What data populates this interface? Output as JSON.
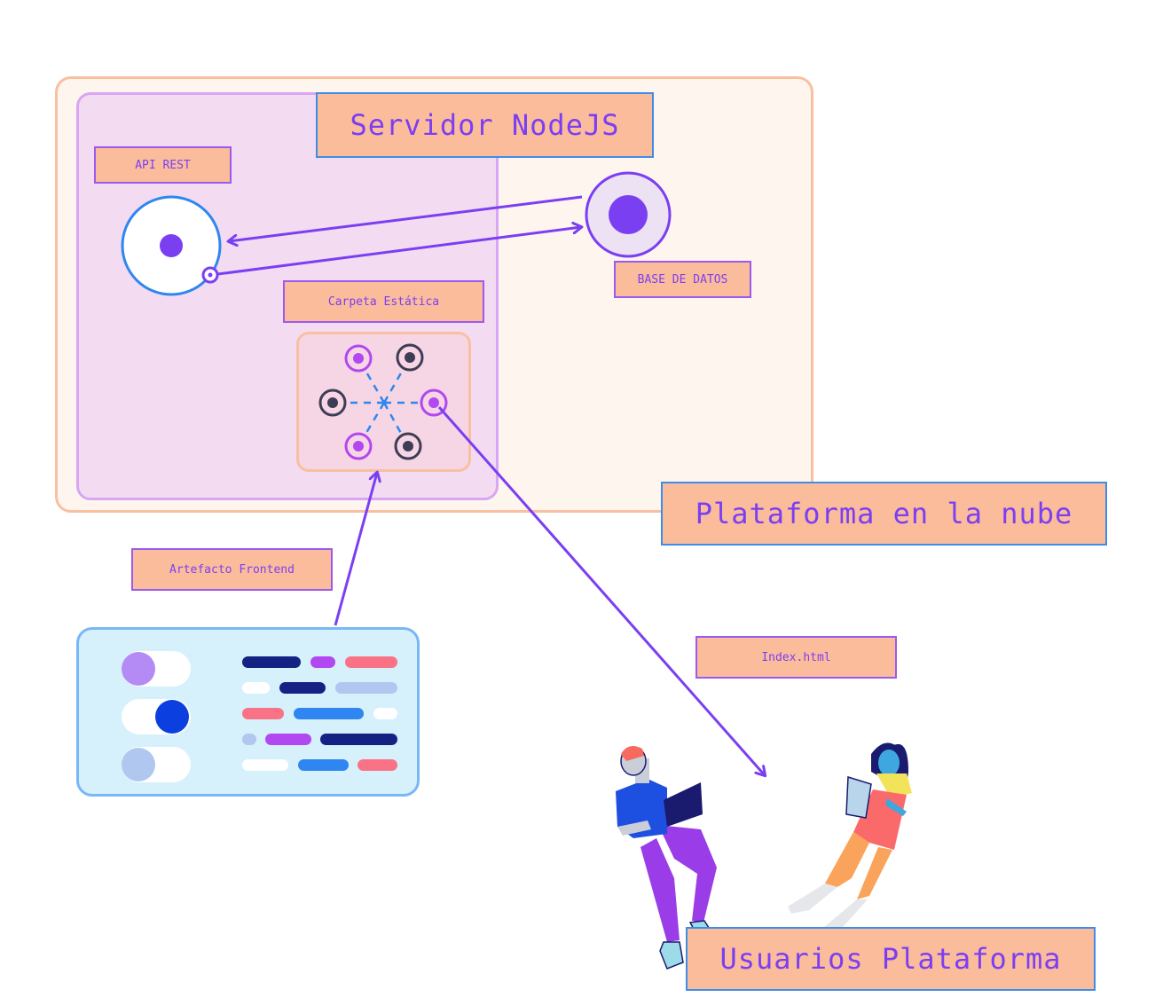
{
  "labels": {
    "servidor": "Servidor NodeJS",
    "api_rest": "API REST",
    "base_datos": "BASE DE DATOS",
    "carpeta": "Carpeta Estática",
    "plataforma": "Plataforma en la nube",
    "artefacto": "Artefacto Frontend",
    "index": "Index.html",
    "usuarios": "Usuarios Plataforma"
  },
  "colors": {
    "accent": "#7b3ff2",
    "label_fill": "#fbbc9c",
    "cloud_fill": "#fff5ef",
    "server_fill": "#f3dcf1",
    "artifact_fill": "#d6f0fc"
  },
  "icons": [
    "api-node-icon",
    "database-node-icon",
    "static-files-network-icon",
    "frontend-artifact-icon",
    "man-with-laptop-figure",
    "woman-with-tablet-figure"
  ]
}
